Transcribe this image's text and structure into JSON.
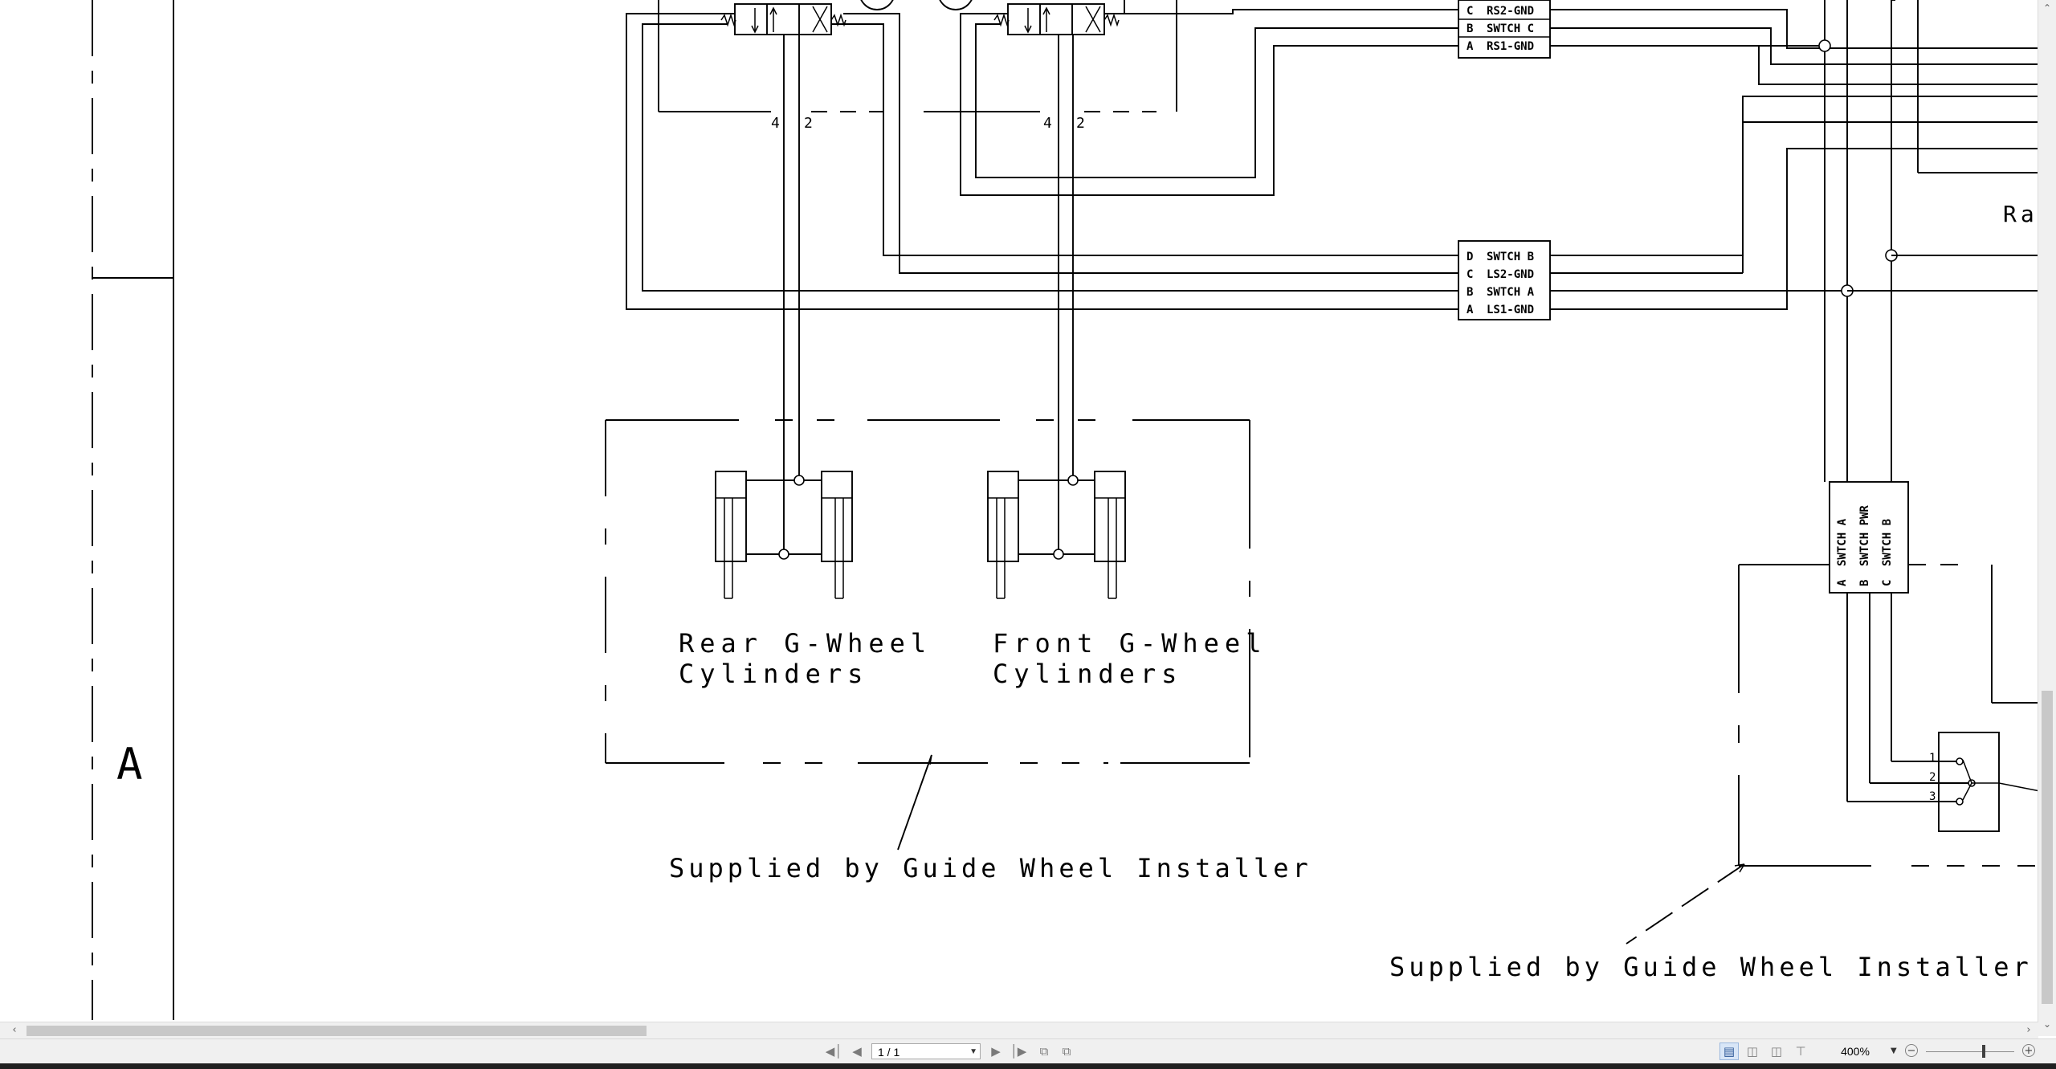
{
  "drawing": {
    "valve_ports_rear": {
      "port_left": "4",
      "port_right": "2"
    },
    "valve_ports_front": {
      "port_left": "4",
      "port_right": "2"
    },
    "connector_top": {
      "rows": [
        {
          "pin": "C",
          "label": "RS2-GND"
        },
        {
          "pin": "B",
          "label": "SWTCH C"
        },
        {
          "pin": "A",
          "label": "RS1-GND"
        }
      ]
    },
    "connector_mid": {
      "rows": [
        {
          "pin": "D",
          "label": "SWTCH B"
        },
        {
          "pin": "C",
          "label": "LS2-GND"
        },
        {
          "pin": "B",
          "label": "SWTCH A"
        },
        {
          "pin": "A",
          "label": "LS1-GND"
        }
      ]
    },
    "connector_vertical": {
      "rows": [
        {
          "pin": "A",
          "label": "SWTCH A"
        },
        {
          "pin": "B",
          "label": "SWTCH PWR"
        },
        {
          "pin": "C",
          "label": "SWTCH B"
        }
      ]
    },
    "switch_pins": [
      "1",
      "2",
      "3"
    ],
    "rear_cylinders_label": [
      "Rear G-Wheel",
      "Cylinders"
    ],
    "front_cylinders_label": [
      "Front G-Wheel",
      "Cylinders"
    ],
    "supplied_label_1": "Supplied by Guide Wheel Installer",
    "supplied_label_2": "Supplied by Guide Wheel Installer",
    "zone_letter": "A",
    "partial_label": "Rai"
  },
  "toolbar": {
    "page_indicator": "1 / 1",
    "zoom_level": "400%",
    "zoom_fraction": 0.65
  },
  "icons": {
    "first_page": "first-page-icon",
    "prev_page": "previous-page-icon",
    "next_page": "next-page-icon",
    "last_page": "last-page-icon",
    "single_page_view": "single-page-view-icon",
    "continuous_view": "continuous-view-icon",
    "two_page_view": "two-page-view-icon",
    "book_view": "book-view-icon",
    "zoom_out": "zoom-out-icon",
    "zoom_in": "zoom-in-icon"
  }
}
